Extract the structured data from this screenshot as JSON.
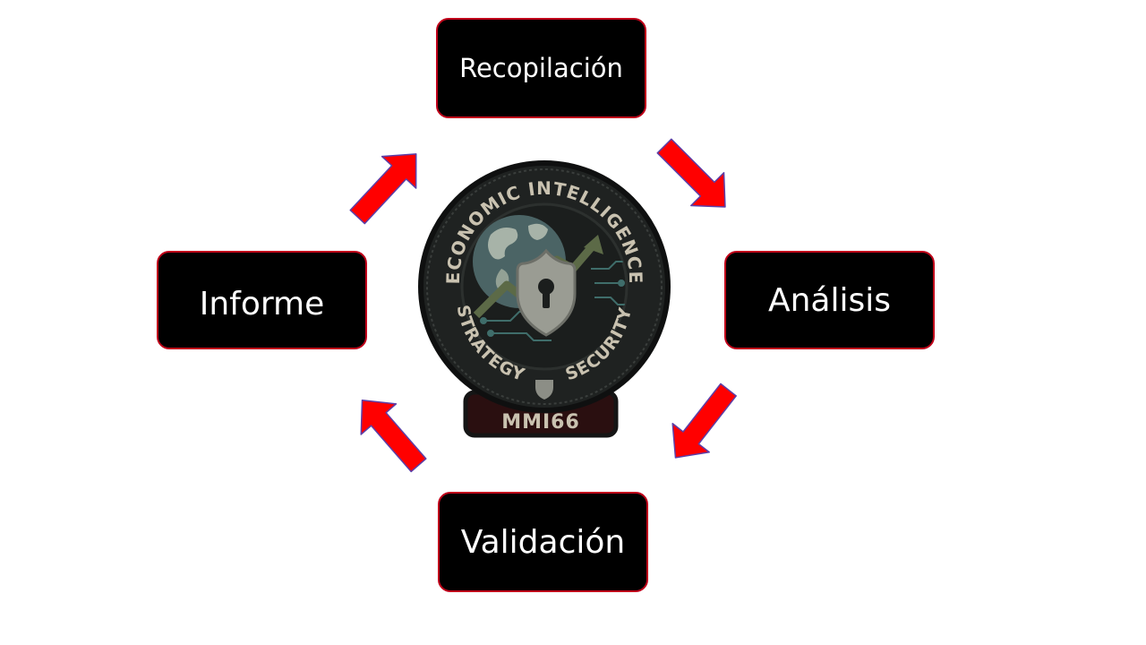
{
  "diagram": {
    "stages": [
      {
        "label": "Recopilación"
      },
      {
        "label": "Análisis"
      },
      {
        "label": "Validación"
      },
      {
        "label": "Informe"
      }
    ],
    "arrow_color": "#ff0000",
    "arrow_outline_color": "#5b3fa8",
    "box_fill": "#000000",
    "box_border": "#c0001a"
  },
  "badge": {
    "top_text": "ECONOMIC INTELLIGENCE",
    "left_text": "STRATEGY",
    "right_text": "SECURITY",
    "tab_text": "MMI66",
    "icons": [
      "globe-icon",
      "trend-arrow-icon",
      "shield-lock-icon",
      "circuit-lines-icon"
    ]
  }
}
